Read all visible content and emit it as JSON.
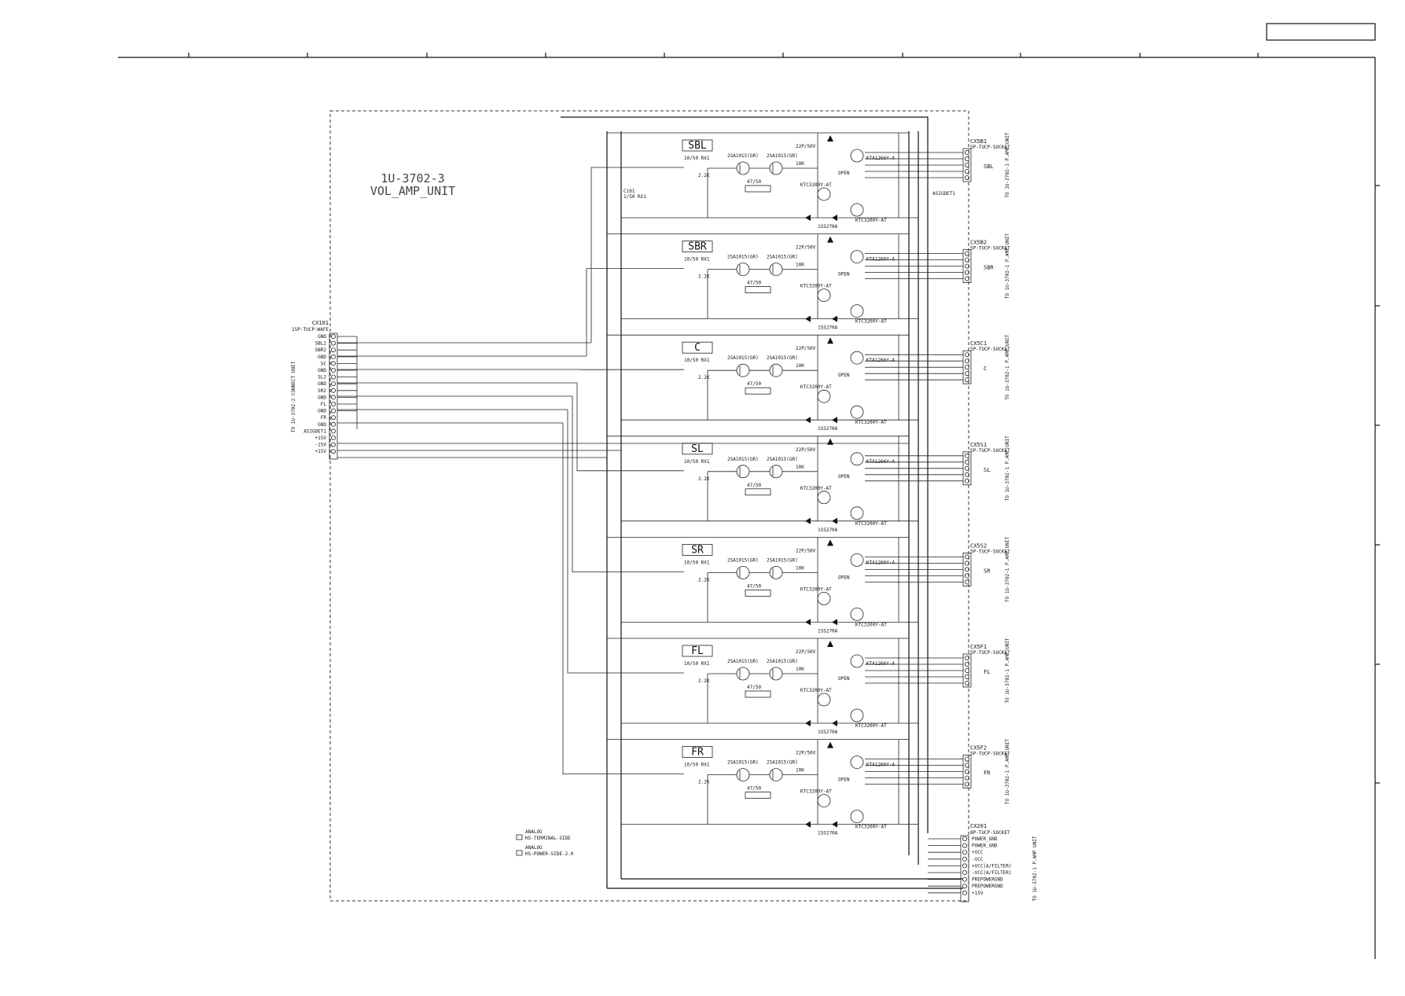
{
  "title_block": {
    "text": ""
  },
  "unit": {
    "part_no": "1U-3702-3",
    "name": "VOL_AMP_UNIT"
  },
  "input_connector": {
    "ref": "CX101",
    "type": "15P-TUCP-WAFE",
    "note": "TO 1U-3702-2 CONNECT UNIT",
    "pins": [
      "GND",
      "SBL2",
      "SBR2",
      "GND",
      "SC",
      "GND",
      "SL2",
      "GND",
      "SR2",
      "GND",
      "FL",
      "GND",
      "FR",
      "GND",
      "ASIGDET1",
      "+15V",
      "-15V",
      "+15V"
    ]
  },
  "channels": [
    {
      "id": "SBL",
      "socket": "CX5B1",
      "socket_type": "5P-TUCP-SOCKET",
      "label": "SBL",
      "dest": "TO 1U-3702-1 P.AMP UNIT",
      "extra_pin": "ASIGDET1"
    },
    {
      "id": "SBR",
      "socket": "CX5B2",
      "socket_type": "5P-TUCP-SOCKET",
      "label": "SBR",
      "dest": "TO 1U-3702-1 P.AMP UNIT",
      "extra_pin": ""
    },
    {
      "id": "C",
      "socket": "CX5C1",
      "socket_type": "5P-TUCP-SOCKET",
      "label": "C",
      "dest": "TO 1U-3702-1 P.AMP UNIT",
      "extra_pin": ""
    },
    {
      "id": "SL",
      "socket": "CX5S1",
      "socket_type": "5P-TUCP-SOCKET",
      "label": "SL",
      "dest": "TO 1U-3702-1 P.AMP UNIT",
      "extra_pin": ""
    },
    {
      "id": "SR",
      "socket": "CX5S2",
      "socket_type": "5P-TUCP-SOCKET",
      "label": "SR",
      "dest": "TO 1U-3702-1 P.AMP UNIT",
      "extra_pin": ""
    },
    {
      "id": "FL",
      "socket": "CX5F1",
      "socket_type": "5P-TUCP-SOCKET",
      "label": "FL",
      "dest": "TO 1U-3702-1 P.AMP UNIT",
      "extra_pin": ""
    },
    {
      "id": "FR",
      "socket": "CX5F2",
      "socket_type": "5P-TUCP-SOCKET",
      "label": "FR",
      "dest": "TO 1U-3702-1 P.AMP UNIT",
      "extra_pin": ""
    }
  ],
  "component_labels": {
    "q_in": "2SA1015(GR)",
    "q_out_npn": "KTC3200Y-AT",
    "q_out_pnp": "KTA1266Y-A",
    "cap_in": "10/50 RX1",
    "r_in": "2.2K",
    "r_fb": "10K",
    "cap_fb": "47/50",
    "diode": "1SS270A",
    "open": "OPEN",
    "cap_sm": "22P/50V"
  },
  "power_connector": {
    "ref": "CX201",
    "type": "8P-TUCP-SOCKET",
    "dest": "TO 1U-3702-1 P.AMP UNIT",
    "pins": [
      "POWER_GND",
      "POWER_GND",
      "+VCC",
      "-VCC",
      "+VCC(A/FILTER)",
      "-VCC(A/FILTER)",
      "PREPOWERGND",
      "PREPOWERGND",
      "+15V"
    ]
  },
  "legend": {
    "item1_title": "ANALOG",
    "item1_text": "HS-TERMINAL-SIDE",
    "item2_title": "ANALOG",
    "item2_text": "HS-POWER-SIDE-2.0"
  },
  "misc": {
    "c_label": "C101",
    "c_value": "1/50 RX1"
  }
}
